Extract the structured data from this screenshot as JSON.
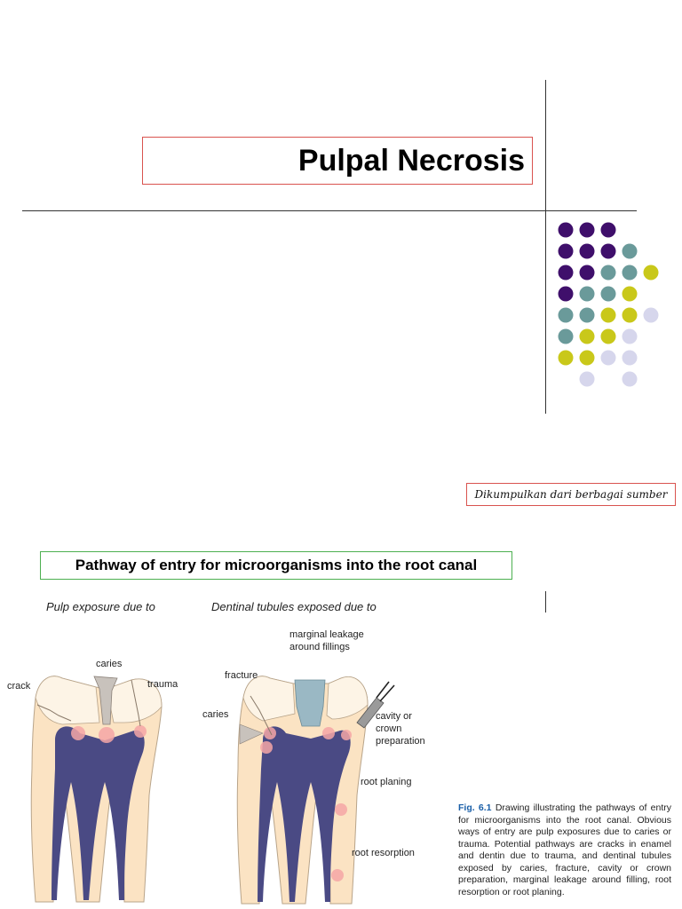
{
  "slide1": {
    "title": "Pulpal Necrosis",
    "source_note": "Dikumpulkan dari berbagai sumber",
    "dot_colors": {
      "purple": "#3f0f6b",
      "teal": "#6a9a9a",
      "yellow": "#c9c81a",
      "lavender": "#d6d6ec"
    }
  },
  "slide2": {
    "heading": "Pathway of entry for microorganisms into the root canal",
    "figure": {
      "header_left": "Pulp exposure due to",
      "header_right": "Dentinal tubules exposed due to",
      "labels": {
        "crack": "crack",
        "caries": "caries",
        "trauma": "trauma",
        "marginal_1": "marginal leakage",
        "marginal_2": "around fillings",
        "fracture": "fracture",
        "caries_right": "caries",
        "cavity_1": "cavity or",
        "cavity_2": "crown",
        "cavity_3": "preparation",
        "root_planing": "root planing",
        "root_resorption": "root resorption"
      }
    },
    "caption": {
      "fig_label": "Fig. 6.1",
      "text": "Drawing illustrating the pathways of entry for microorganisms into the root canal. Obvious ways of entry are pulp exposures due to caries or trauma. Potential pathways are cracks in enamel and dentin due to trauma, and dentinal tubules exposed by caries, fracture, cavity or crown preparation, marginal leakage around filling, root resorption or root planing."
    }
  }
}
